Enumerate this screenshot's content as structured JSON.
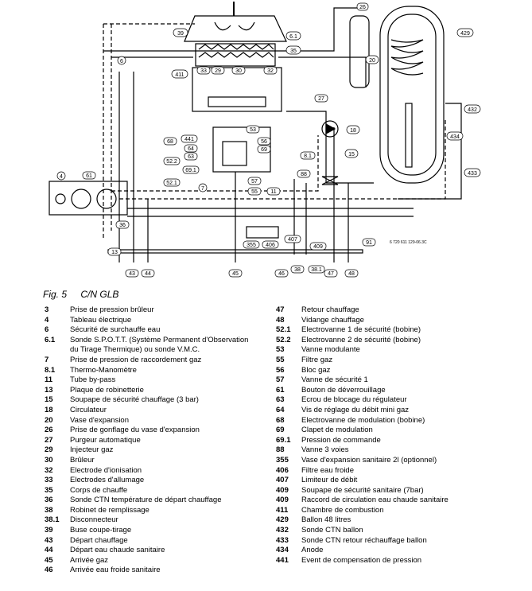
{
  "figure": {
    "label": "Fig. 5",
    "title": "C/N GLB"
  },
  "diagram": {
    "part_label": "6 720 611 129-06.3C",
    "callouts": [
      "26",
      "39",
      "6.1",
      "35",
      "429",
      "20",
      "6",
      "411",
      "33",
      "29",
      "30",
      "32",
      "27",
      "432",
      "53",
      "18",
      "441",
      "68",
      "64",
      "63",
      "56",
      "69",
      "8.1",
      "15",
      "52.2",
      "434",
      "88",
      "433",
      "69.1",
      "57",
      "4",
      "61",
      "52.1",
      "7",
      "55",
      "11",
      "36",
      "407",
      "355",
      "406",
      "409",
      "91",
      "13",
      "43",
      "44",
      "45",
      "46",
      "38",
      "38.1",
      "47",
      "48"
    ]
  },
  "legend_left": [
    {
      "num": "3",
      "text": "Prise de pression brûleur"
    },
    {
      "num": "4",
      "text": "Tableau électrique"
    },
    {
      "num": "6",
      "text": "Sécurité de surchauffe eau"
    },
    {
      "num": "6.1",
      "text": "Sonde S.P.O.T.T. (Système Permanent d'Observation"
    },
    {
      "num": "",
      "text": "du Tirage Thermique) ou sonde V.M.C."
    },
    {
      "num": "7",
      "text": "Prise de pression de raccordement gaz"
    },
    {
      "num": "8.1",
      "text": "Thermo-Manomètre"
    },
    {
      "num": "11",
      "text": "Tube by-pass"
    },
    {
      "num": "13",
      "text": "Plaque de robinetterie"
    },
    {
      "num": "15",
      "text": "Soupape de sécurité chauffage (3 bar)"
    },
    {
      "num": "18",
      "text": "Circulateur"
    },
    {
      "num": "20",
      "text": "Vase d'expansion"
    },
    {
      "num": "26",
      "text": "Prise de gonflage du vase d'expansion"
    },
    {
      "num": "27",
      "text": "Purgeur automatique"
    },
    {
      "num": "29",
      "text": "Injecteur gaz"
    },
    {
      "num": "30",
      "text": "Brûleur"
    },
    {
      "num": "32",
      "text": "Electrode d'ionisation"
    },
    {
      "num": "33",
      "text": "Electrodes d'allumage"
    },
    {
      "num": "35",
      "text": "Corps de chauffe"
    },
    {
      "num": "36",
      "text": "Sonde CTN température de départ chauffage"
    },
    {
      "num": "38",
      "text": "Robinet de remplissage"
    },
    {
      "num": "38.1",
      "text": "Disconnecteur"
    },
    {
      "num": "39",
      "text": "Buse coupe-tirage"
    },
    {
      "num": "43",
      "text": "Départ chauffage"
    },
    {
      "num": "44",
      "text": "Départ eau chaude sanitaire"
    },
    {
      "num": "45",
      "text": "Arrivée gaz"
    },
    {
      "num": "46",
      "text": "Arrivée eau froide sanitaire"
    }
  ],
  "legend_right": [
    {
      "num": "47",
      "text": "Retour chauffage"
    },
    {
      "num": "48",
      "text": "Vidange chauffage"
    },
    {
      "num": "52.1",
      "text": "Electrovanne 1 de sécurité (bobine)"
    },
    {
      "num": "52.2",
      "text": "Electrovanne 2 de sécurité (bobine)"
    },
    {
      "num": "53",
      "text": "Vanne modulante"
    },
    {
      "num": "55",
      "text": "Filtre gaz"
    },
    {
      "num": "56",
      "text": "Bloc gaz"
    },
    {
      "num": "57",
      "text": "Vanne de sécurité 1"
    },
    {
      "num": "61",
      "text": "Bouton de déverrouillage"
    },
    {
      "num": "63",
      "text": "Ecrou de blocage du régulateur"
    },
    {
      "num": "64",
      "text": "Vis de réglage du débit mini gaz"
    },
    {
      "num": "68",
      "text": "Electrovanne de modulation (bobine)"
    },
    {
      "num": "69",
      "text": "Clapet de modulation"
    },
    {
      "num": "69.1",
      "text": "Pression de commande"
    },
    {
      "num": "88",
      "text": "Vanne 3 voies"
    },
    {
      "num": "355",
      "text": "Vase d'expansion sanitaire 2l (optionnel)"
    },
    {
      "num": "406",
      "text": "Filtre eau froide"
    },
    {
      "num": "407",
      "text": "Limiteur de débit"
    },
    {
      "num": "409",
      "text": "Soupape de sécurité sanitaire (7bar)"
    },
    {
      "num": "409",
      "text": "Raccord de circulation eau chaude sanitaire"
    },
    {
      "num": "411",
      "text": "Chambre de combustion"
    },
    {
      "num": "429",
      "text": "Ballon 48 litres"
    },
    {
      "num": "432",
      "text": "Sonde CTN ballon"
    },
    {
      "num": "433",
      "text": "Sonde CTN retour réchauffage ballon"
    },
    {
      "num": "434",
      "text": "Anode"
    },
    {
      "num": "441",
      "text": "Event de compensation de pression"
    }
  ]
}
